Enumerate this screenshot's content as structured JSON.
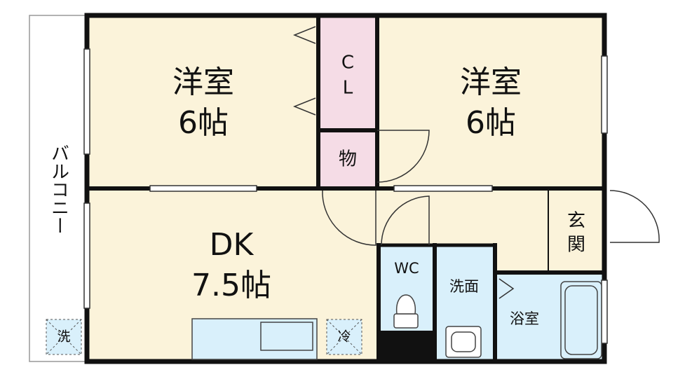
{
  "colors": {
    "room_fill": "#fbf3da",
    "storage_fill": "#f5dce6",
    "wet_fill": "#d9f0fb",
    "wall": "#111111"
  },
  "rooms": {
    "western_room_1": {
      "name": "洋室",
      "size": "6帖"
    },
    "western_room_2": {
      "name": "洋室",
      "size": "6帖"
    },
    "dk": {
      "name": "DK",
      "size": "7.5帖"
    },
    "closet": {
      "line1": "C",
      "line2": "L"
    },
    "storage": "物",
    "wc": "WC",
    "washroom": "洗面",
    "bathroom": "浴室",
    "entrance": {
      "line1": "玄",
      "line2": "関"
    },
    "balcony": "バルコニー",
    "washing_machine_space": "洗",
    "fridge_space": "冷"
  }
}
